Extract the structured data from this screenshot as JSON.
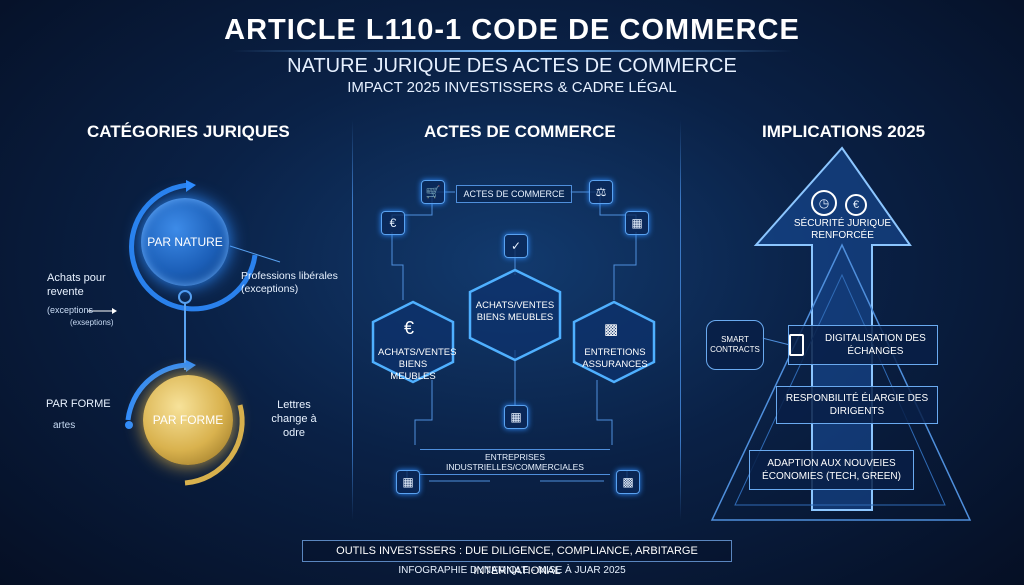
{
  "header": {
    "title": "ARTICLE L110-1 CODE DE COMMERCE",
    "subtitle": "NATURE JURIQUE DES ACTES DE COMMERCE",
    "subtitle2": "IMPACT 2025 INVESTISSERS & CADRE LÉGAL"
  },
  "left": {
    "heading": "CATÉGORIES JURIQUES",
    "nature": "PAR NATURE",
    "achats": "Achats pour revente",
    "exceptions_a": "(exceptions",
    "exceptions_b": "(exseptions)",
    "professions": "Professions libérales (exceptions)",
    "par_forme_label": "PAR FORME",
    "artes": "artes",
    "forme": "PAR FORME",
    "lettres": "Lettres change à odre"
  },
  "middle": {
    "heading": "ACTES DE COMMERCE",
    "actes_box": "ACTES DE COMMERCE",
    "hex_center": "ACHATS/VENTES BIENS MEUBLES",
    "hex_left": "ACHATS/VENTES BIENS MEUBLES",
    "hex_right": "ENTRETIONS ASSURANCES",
    "entreprises": "ENTREPRISES INDUSTRIELLES/COMMERCIALES",
    "icons": {
      "cart": "cart-icon",
      "gavel": "gavel-icon",
      "euro": "euro-icon",
      "document": "document-icon",
      "chart": "chart-icon",
      "building": "building-icon",
      "factory": "factory-icon"
    }
  },
  "right": {
    "heading": "IMPLICATIONS 2025",
    "securite": "SÉCURITÉ JURIQUE RENFORCÉE",
    "smart": "SMART CONTRACTS",
    "digitalisation": "DIGITALISATION DES ÉCHANGES",
    "responsabilite": "RESPONBILITÉ ÉLARGIE DES DIRIGENTS",
    "adaption": "ADAPTION AUX NOUVEIES ÉCONOMIES (TECH, GREEN)"
  },
  "footer": {
    "tools": "OUTILS INVESTSSERS : DUE DILIGENCE, COMPLIANCE, ARBITARGE INTERNATIONAL",
    "tagline": "INFOGRAPHIE DYNAMIQLE - MISE À JUAR 2025"
  },
  "colors": {
    "background": "#0a2146",
    "accent_blue": "#2e8cff",
    "accent_gold": "#d9b24e",
    "white": "#ffffff"
  }
}
